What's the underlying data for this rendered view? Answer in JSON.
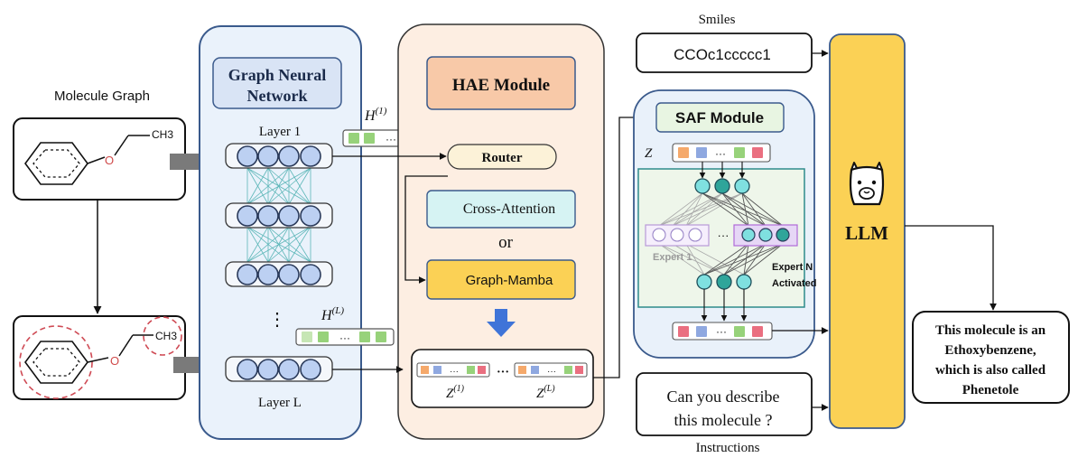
{
  "colors": {
    "gnn_panel": "#eaf2fb",
    "gnn_border": "#3a5a8c",
    "gnn_title": "#d9e4f5",
    "hae_panel": "#fdeee2",
    "hae_title": "#f8c9a8",
    "router": "#fcf2d8",
    "cross_attention": "#d6f3f3",
    "graph_mamba": "#fbd155",
    "llm": "#fbd155",
    "saf_panel": "#e9f1fa",
    "saf_title": "#e8f5e2",
    "saf_inner": "#eef6ea",
    "saf_inner_border": "#2e8b8b",
    "node_blue": "#bcd0f2",
    "node_light": "#7fe0e0",
    "node_dark": "#2fa59a",
    "token_orange": "#f5a96b",
    "token_blue": "#8fa8e0",
    "token_green": "#97d27a",
    "token_red": "#ea6f80",
    "expert_purple": "#e6d7f6",
    "down_arrow": "#3f74d8"
  },
  "left": {
    "molecule_graph_label": "Molecule Graph",
    "ch3_top": "CH3",
    "ch3_bottom": "CH3",
    "oxygen": "O"
  },
  "gnn": {
    "title_line1": "Graph Neural",
    "title_line2": "Network",
    "layer1_label": "Layer 1",
    "layerL_label": "Layer L",
    "vdots": "⋮",
    "h1_label": "H",
    "h1_sup": "(1)",
    "hL_label": "H",
    "hL_sup": "(L)",
    "ellipsis": "···"
  },
  "hae": {
    "title": "HAE Module",
    "router": "Router",
    "cross_attention": "Cross-Attention",
    "or": "or",
    "graph_mamba": "Graph-Mamba",
    "z1_label": "Z",
    "z1_sup": "(1)",
    "zL_label": "Z",
    "zL_sup": "(L)",
    "ellipsis": "···"
  },
  "saf": {
    "title": "SAF Module",
    "z_label": "Z",
    "expert1": "Expert 1",
    "expertN_line1": "Expert N",
    "expertN_line2": "Activated",
    "ellipsis": "···"
  },
  "smiles": {
    "label": "Smiles",
    "value": "CCOc1ccccc1"
  },
  "instructions": {
    "line1": "Can you describe",
    "line2": "this molecule ?",
    "label": "Instructions"
  },
  "llm": {
    "label": "LLM",
    "icon": "llama-icon"
  },
  "output": {
    "line1": "This molecule is an",
    "line2": "Ethoxybenzene,",
    "line3": "which is also called",
    "line4": "Phenetole"
  }
}
